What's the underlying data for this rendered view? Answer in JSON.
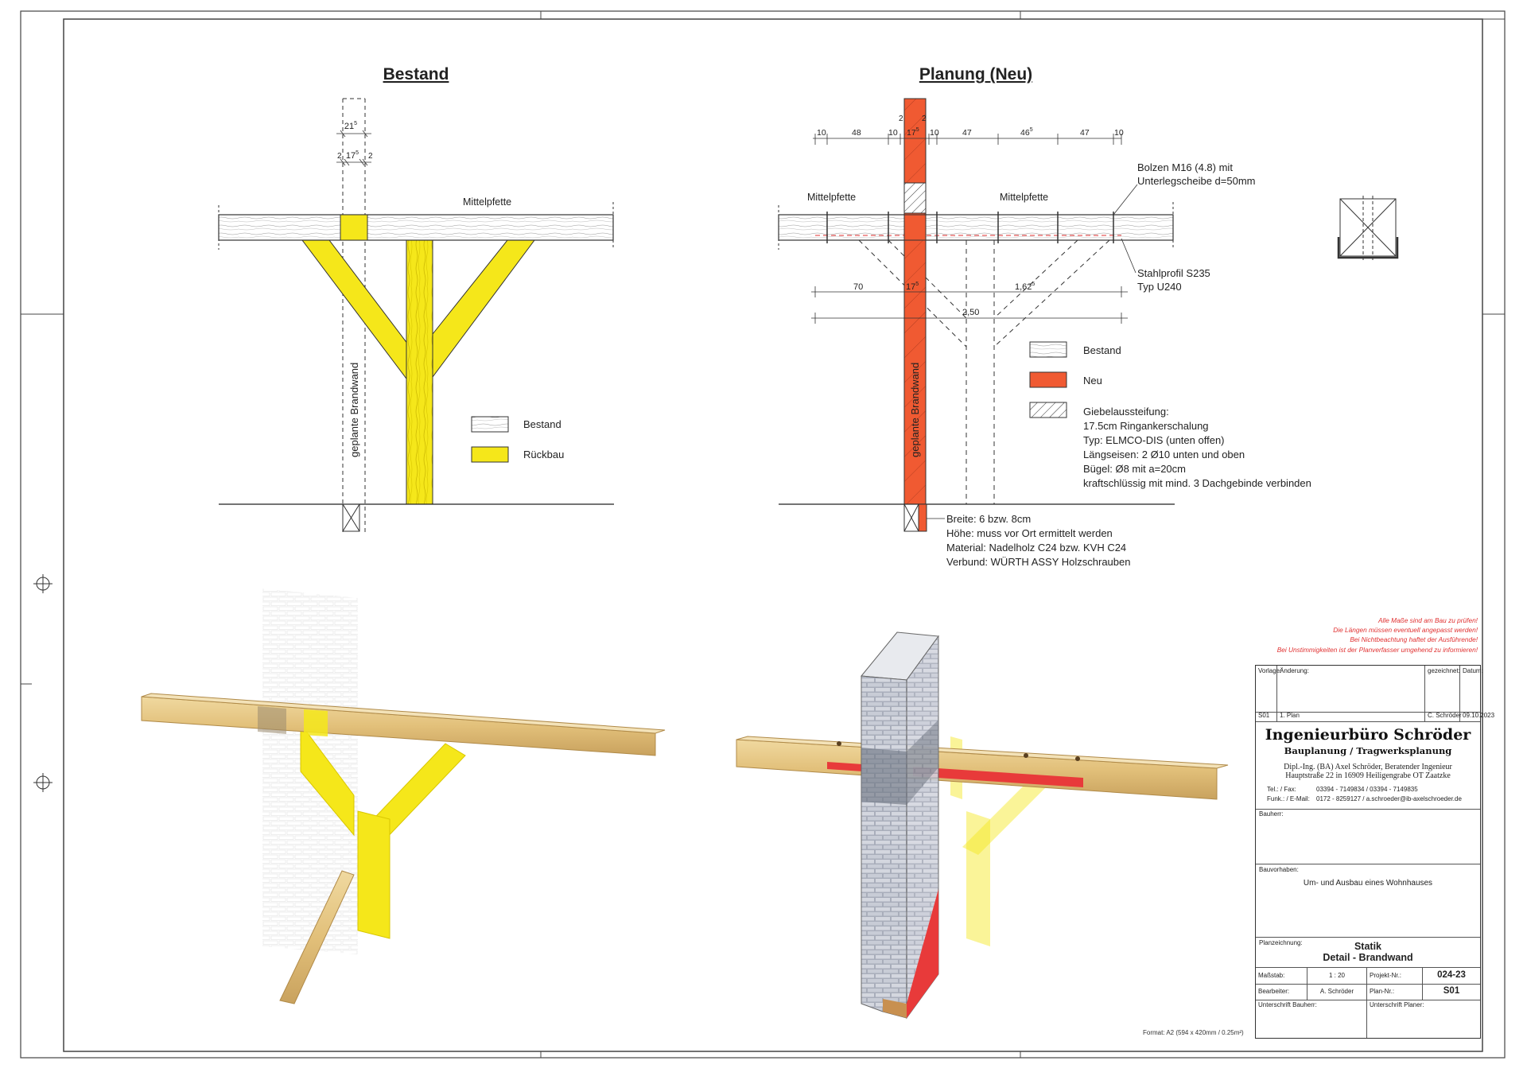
{
  "drawing": {
    "left_title": "Bestand",
    "right_title": "Planung (Neu)",
    "left": {
      "beam_label": "Mittelpfette",
      "wall_label": "geplante Brandwand",
      "dim_top": "21",
      "dim_top_sup": "5",
      "dim_second": "17",
      "dim_second_sup": "5",
      "dim_side_left": "2",
      "dim_side_right": "2",
      "legend": [
        {
          "label": "Bestand",
          "pattern": "wood"
        },
        {
          "label": "Rückbau",
          "pattern": "yellow"
        }
      ],
      "colors": {
        "rueckbau": "#f5e71a",
        "wood_line": "#333333"
      }
    },
    "right": {
      "beam_label_left": "Mittelpfette",
      "beam_label_right": "Mittelpfette",
      "wall_label": "geplante Brandwand",
      "top_dims": [
        "10",
        "48",
        "10",
        "17",
        "10",
        "47",
        "46",
        "47",
        "10"
      ],
      "top_dim_sup": "5",
      "top_dim_wall_sides": [
        "2",
        "2"
      ],
      "dim_row2": [
        "70",
        "17",
        "1,62"
      ],
      "dim_row2_sup": "5",
      "dim_row3": "2,50",
      "bolt_label": [
        "Bolzen M16 (4.8) mit",
        "Unterlegscheibe d=50mm"
      ],
      "steel_label": [
        "Stahlprofil S235",
        "Typ U240"
      ],
      "legend": [
        {
          "label": "Bestand",
          "pattern": "wood"
        },
        {
          "label": "Neu",
          "pattern": "red"
        }
      ],
      "legend_hatch_lines": [
        "Giebelaussteifung:",
        "17.5cm Ringankerschalung",
        "Typ: ELMCO-DIS (unten offen)",
        "Längseisen: 2 Ø10 unten und oben",
        "Bügel: Ø8 mit a=20cm",
        "kraftschlüssig mit mind. 3 Dachgebinde verbinden"
      ],
      "footing_notes": [
        "Breite: 6 bzw. 8cm",
        "Höhe: muss vor Ort ermittelt werden",
        "Material: Nadelholz C24 bzw. KVH C24",
        "Verbund: WÜRTH ASSY Holzschrauben"
      ],
      "colors": {
        "neu": "#f05a32",
        "hatch": "#333333"
      }
    }
  },
  "warnings": [
    "Alle Maße sind am Bau zu prüfen!",
    "Die Längen müssen eventuell angepasst werden!",
    "Bei Nichtbeachtung haftet der Ausführende!",
    "Bei Unstimmigkeiten ist der Planverfasser umgehend zu informieren!"
  ],
  "stamp": {
    "head_vorlage": "Vorlage:",
    "head_aenderung": "Änderung:",
    "head_gezeichnet": "gezeichnet:",
    "head_datum": "Datum:",
    "rev_vorlage": "S01",
    "rev_aenderung": "1. Plan",
    "rev_gezeichnet": "C. Schröder",
    "rev_datum": "09.10.2023",
    "firm_name": "Ingenieurbüro Schröder",
    "firm_sub": "Bauplanung / Tragwerksplanung",
    "firm_person": "Dipl.-Ing. (BA) Axel Schröder, Beratender Ingenieur",
    "firm_address": "Hauptstraße 22 in 16909 Heiligengrabe OT Zaatzke",
    "tel_label": "Tel.: / Fax:",
    "tel_value": "03394 - 7149834  /  03394 - 7149835",
    "mail_label": "Funk.: / E-Mail:",
    "mail_value": "0172 - 8259127  /  a.schroeder@ib-axelschroeder.de",
    "bauherr_label": "Bauherr:",
    "bauvorhaben_label": "Bauvorhaben:",
    "bauvorhaben_value": "Um- und Ausbau eines Wohnhauses",
    "planzeichnung_label": "Planzeichnung:",
    "plan_title_1": "Statik",
    "plan_title_2": "Detail - Brandwand",
    "massstab_label": "Maßstab:",
    "massstab_value": "1 : 20",
    "projekt_label": "Projekt-Nr.:",
    "projekt_value": "024-23",
    "bearbeiter_label": "Bearbeiter:",
    "bearbeiter_value": "A. Schröder",
    "plannr_label": "Plan-Nr.:",
    "plannr_value": "S01",
    "unterschrift_bauherr": "Unterschrift Bauherr:",
    "unterschrift_planer": "Unterschrift Planer:"
  },
  "format_note": "Format: A2 (594 x 420mm / 0.25m²)"
}
